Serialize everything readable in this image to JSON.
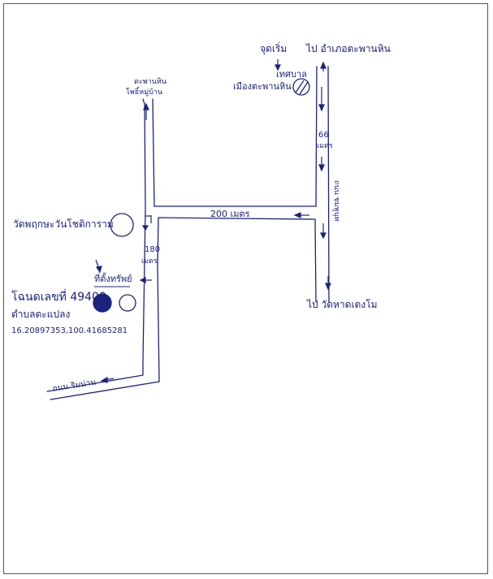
{
  "colors": {
    "ink": "#1a237e",
    "landmark_fill": "#1a237e",
    "border": "#555555"
  },
  "labels": {
    "start_point": "จุดเริ่ม",
    "municipality": "เทศบาล",
    "municipality_name": "เมืองตะพานหิน",
    "to_taphan_hin_district": "ไป อำเภอตะพานหิน",
    "top_left_road_line1": "ตะพานหิน",
    "top_left_road_line2": "โพธิ์หมู่บ้าน",
    "distance_66": "66",
    "distance_66_unit": "เมตร",
    "distance_200": "200 เมตร",
    "road_right": "ถนน ชมพูนุท",
    "temple_left": "วัดพฤกษะวันโชติการาม",
    "distance_180": "180",
    "distance_180_unit": "เมตร",
    "asset_location": "ที่ตั้งทรัพย์",
    "title_deed": "โฉนดเลขที่ 49400",
    "subdistrict": "ตำบลตะแปลง",
    "coordinates": "16.20897353,100.41685281",
    "to_temple_right": "ไป วัดหาดเตงโม",
    "road_bottom": "ถนน ริมน่าน"
  }
}
